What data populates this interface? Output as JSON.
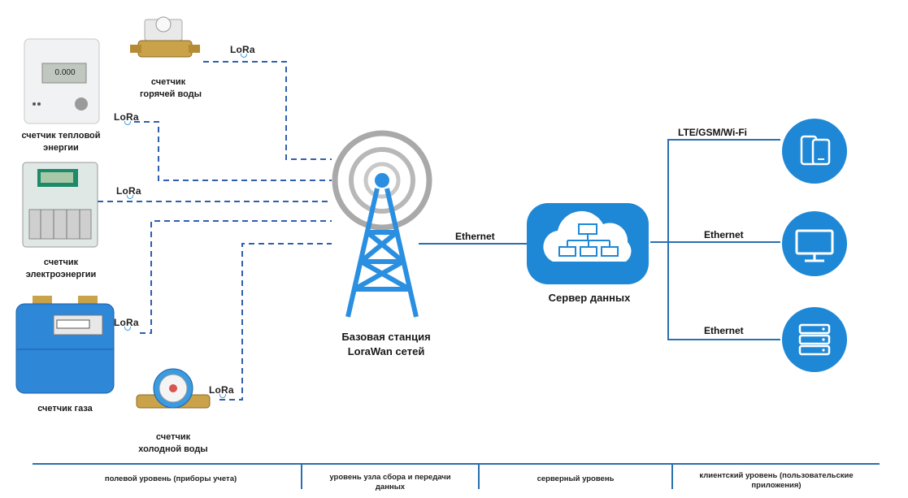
{
  "devices": {
    "hot_water": {
      "label_line1": "счетчик",
      "label_line2": "горячей воды"
    },
    "heat": {
      "label_line1": "счетчик тепловой",
      "label_line2": "энергии",
      "display": "0.000"
    },
    "electric": {
      "label_line1": "счетчик",
      "label_line2": "электроэнергии"
    },
    "gas": {
      "label": "счетчик газа"
    },
    "cold_water": {
      "label_line1": "счетчик",
      "label_line2": "холодной воды"
    }
  },
  "lora_badge": "LoRa",
  "base_station": {
    "label_line1": "Базовая станция",
    "label_line2": "LoraWan сетей"
  },
  "server": {
    "label": "Сервер данных"
  },
  "connections": {
    "station_server": "Ethernet",
    "mobile": "LTE/GSM/Wi-Fi",
    "desktop": "Ethernet",
    "storage": "Ethernet"
  },
  "client_icons": [
    "mobile-devices-icon",
    "monitor-icon",
    "server-rack-icon"
  ],
  "levels": [
    {
      "label": "полевой уровень (приборы учета)"
    },
    {
      "label_line1": "уровень узла сбора и передачи",
      "label_line2": "данных"
    },
    {
      "label": "серверный уровень"
    },
    {
      "label_line1": "клиентский уровень (пользовательские",
      "label_line2": "приложения)"
    }
  ],
  "colors": {
    "accent_blue": "#1e88d6",
    "line_blue": "#2a6fb0",
    "dash_blue": "#2f5fae"
  }
}
